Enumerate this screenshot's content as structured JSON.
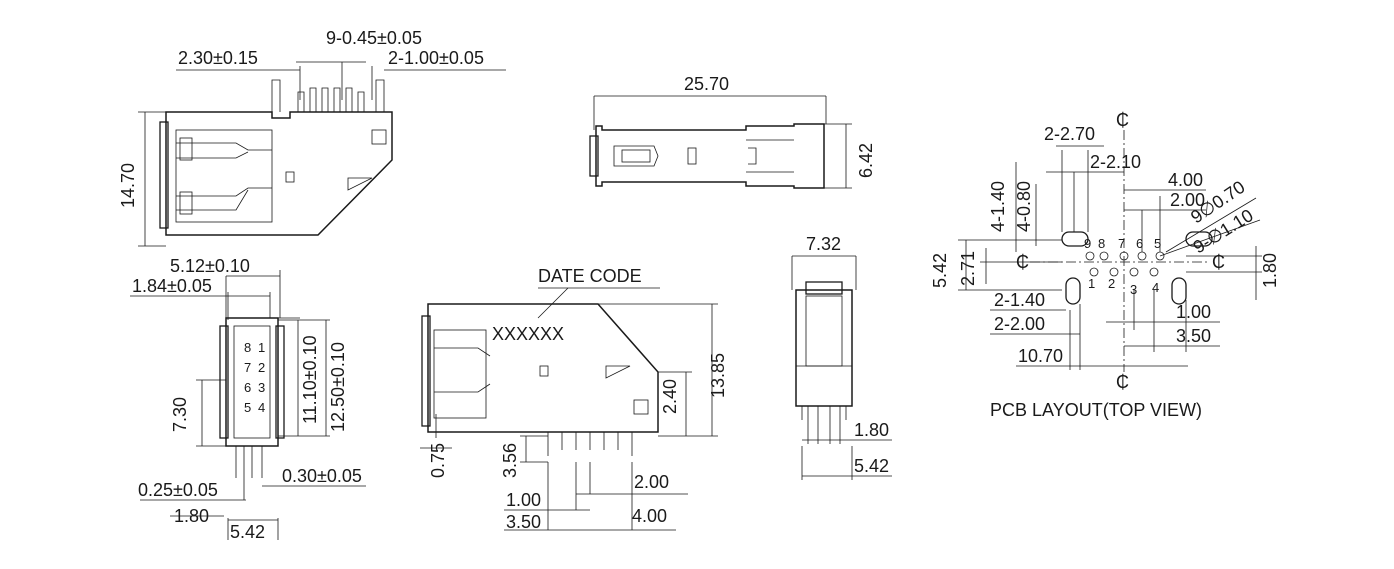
{
  "views": {
    "top_view": {
      "dims": {
        "pitch": "9-0.45±0.05",
        "offset": "2.30±0.15",
        "peg": "2-1.00±0.05",
        "height": "14.70"
      }
    },
    "front_view": {
      "dims": {
        "width": "5.12±0.10",
        "inner": "1.84±0.05",
        "h1": "11.10±0.10",
        "h2": "12.50±0.10",
        "h3": "7.30",
        "pin_w": "0.25±0.05",
        "pin_t": "0.30±0.05",
        "pitch": "1.80",
        "span": "5.42"
      },
      "pin_labels_top": [
        "8",
        "7",
        "6",
        "5"
      ],
      "pin_labels_bot": [
        "1",
        "2",
        "3",
        "4"
      ]
    },
    "side_view": {
      "date_code_label": "DATE CODE",
      "date_code_value": "XXXXXX",
      "dims": {
        "h_total": "13.85",
        "h_mid": "2.40",
        "stand": "0.75",
        "pin_len": "3.56",
        "p1": "1.00",
        "p2": "2.00",
        "p3": "3.50",
        "p4": "4.00"
      }
    },
    "bottom_view": {
      "dims": {
        "length": "25.70",
        "height": "6.42"
      }
    },
    "end_view": {
      "dims": {
        "width": "7.32",
        "pitch": "1.80",
        "span": "5.42"
      }
    },
    "pcb_layout": {
      "title": "PCB LAYOUT(TOP VIEW)",
      "centerline_symbol": "₵",
      "pin_numbers_top": [
        "9",
        "8",
        "7",
        "6",
        "5"
      ],
      "pin_numbers_bot": [
        "1",
        "2",
        "3",
        "4"
      ],
      "dims": {
        "slot_w": "2-2.70",
        "slot_pitch": "2-2.10",
        "d4": "4.00",
        "d2": "2.00",
        "hole_small": "9∅0.70",
        "hole_large": "9-∅1.10",
        "v1": "4-1.40",
        "v2": "4-0.80",
        "v3": "5.42",
        "v4": "2.71",
        "v5": "1.80",
        "h1": "2-1.40",
        "h2": "2-2.00",
        "h3": "1.00",
        "h4": "3.50",
        "h5": "10.70"
      }
    }
  }
}
